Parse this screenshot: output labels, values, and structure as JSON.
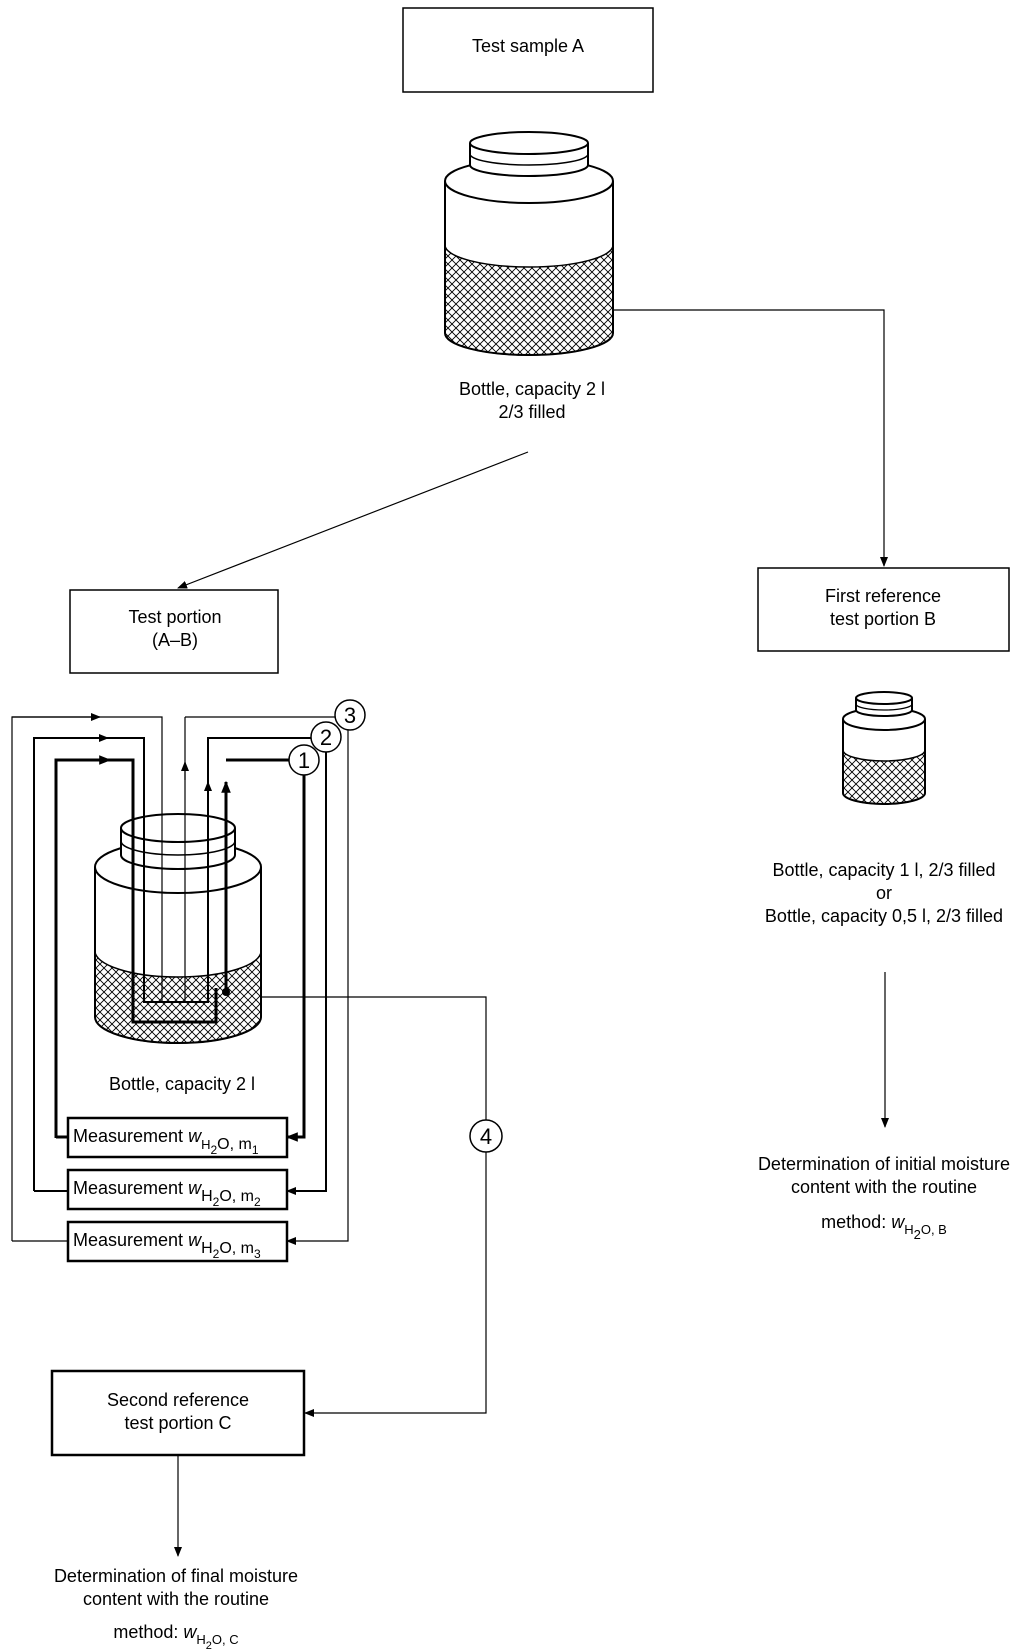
{
  "nodes": {
    "test_sample": "Test sample A",
    "bottle_main": [
      "Bottle, capacity 2 l",
      "2/3 filled"
    ],
    "test_portion": [
      "Test portion",
      "(A–B)"
    ],
    "first_reference": [
      "First reference",
      "test portion B"
    ],
    "bottle_small": [
      "Bottle, capacity 1 l, 2/3 filled",
      "or",
      "Bottle, capacity 0,5 l, 2/3 filled"
    ],
    "initial_determination": [
      "Determination of initial moisture",
      "content with the routine",
      "method: "
    ],
    "initial_symbol": {
      "w": "w",
      "sub": "H",
      "sub2": "2",
      "rest": "O, B"
    },
    "bottle_test": "Bottle, capacity 2 l",
    "measurements": [
      {
        "label": "Measurement ",
        "w": "w",
        "sub": "H",
        "sub2": "2",
        "rest": "O, m",
        "idx": "1"
      },
      {
        "label": "Measurement ",
        "w": "w",
        "sub": "H",
        "sub2": "2",
        "rest": "O, m",
        "idx": "2"
      },
      {
        "label": "Measurement ",
        "w": "w",
        "sub": "H",
        "sub2": "2",
        "rest": "O, m",
        "idx": "3"
      }
    ],
    "second_reference": [
      "Second reference",
      "test portion C"
    ],
    "final_determination": [
      "Determination of final moisture",
      "content with the routine",
      "method: "
    ],
    "final_symbol": {
      "w": "w",
      "sub": "H",
      "sub2": "2",
      "rest": "O, C"
    }
  },
  "circled_numbers": [
    "1",
    "2",
    "3",
    "4"
  ]
}
